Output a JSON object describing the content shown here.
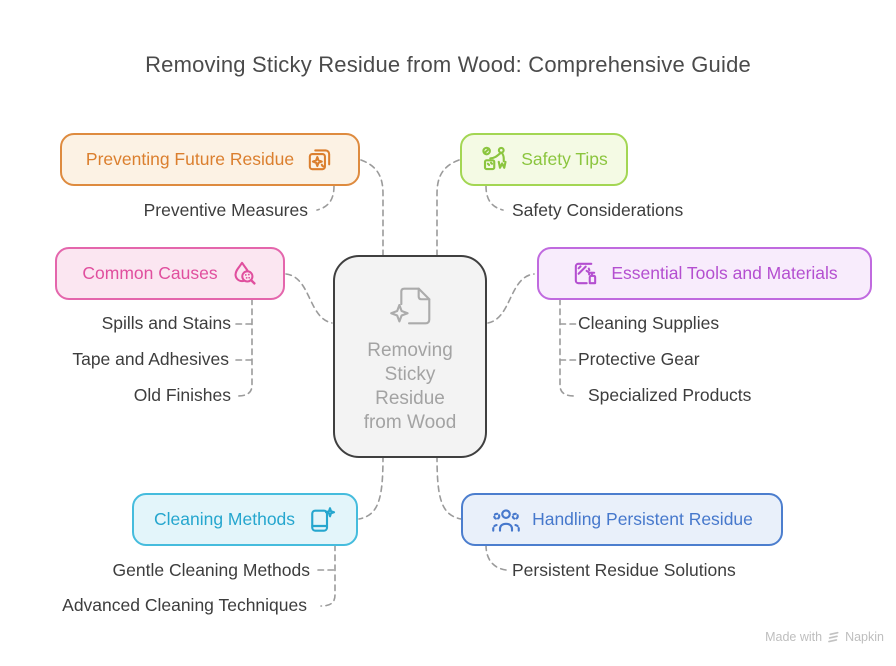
{
  "title": "Removing Sticky Residue from Wood: Comprehensive Guide",
  "center": {
    "label": "Removing Sticky Residue from Wood",
    "lines": [
      "Removing",
      "Sticky",
      "Residue",
      "from Wood"
    ],
    "icon": "document-sparkle-icon"
  },
  "branches": {
    "preventing": {
      "label": "Preventing Future Residue",
      "icon": "copy-sparkle-icon",
      "children": {
        "c1": "Preventive Measures"
      }
    },
    "safety": {
      "label": "Safety Tips",
      "icon": "hygiene-safety-icon",
      "children": {
        "c1": "Safety Considerations"
      }
    },
    "causes": {
      "label": "Common Causes",
      "icon": "stain-search-icon",
      "children": {
        "c1": "Spills and Stains",
        "c2": "Tape and Adhesives",
        "c3": "Old Finishes"
      }
    },
    "tools": {
      "label": "Essential Tools and Materials",
      "icon": "window-spray-icon",
      "children": {
        "c1": "Cleaning Supplies",
        "c2": "Protective Gear",
        "c3": "Specialized Products"
      }
    },
    "cleaning": {
      "label": "Cleaning Methods",
      "icon": "device-sparkle-icon",
      "children": {
        "c1": "Gentle Cleaning Methods",
        "c2": "Advanced Cleaning Techniques"
      }
    },
    "persistent": {
      "label": "Handling Persistent Residue",
      "icon": "people-group-icon",
      "children": {
        "c1": "Persistent Residue Solutions"
      }
    }
  },
  "palette": {
    "preventing": {
      "border": "#DE8B3F",
      "text": "#DB7F2E",
      "fill": "#FCF2E4"
    },
    "safety": {
      "border": "#A3D653",
      "text": "#8BC53E",
      "fill": "#F4FAE4"
    },
    "causes": {
      "border": "#E466AC",
      "text": "#E04F9E",
      "fill": "#FBE6F1"
    },
    "tools": {
      "border": "#C06ADF",
      "text": "#B44FD0",
      "fill": "#F8ECFC"
    },
    "cleaning": {
      "border": "#45BCDD",
      "text": "#25A6CE",
      "fill": "#E3F5FA"
    },
    "persistent": {
      "border": "#4C7ECE",
      "text": "#4678CC",
      "fill": "#E9F0FA"
    },
    "center": {
      "border": "#3F3F3F",
      "text": "#A3A3A3",
      "fill": "#F3F3F3"
    },
    "connector": "#9B9B9B",
    "sub_text": "#3D3D3D",
    "title_text": "#4B4B4B",
    "watermark": "#BEBEBE"
  },
  "footer": {
    "made_with": "Made with",
    "brand": "Napkin",
    "icon": "napkin-logo-icon"
  }
}
